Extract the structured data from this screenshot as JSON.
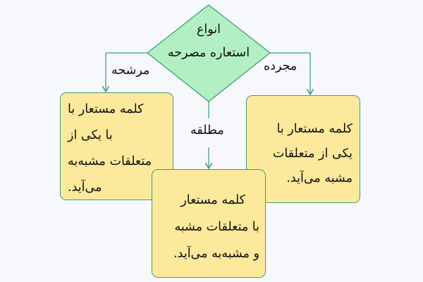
{
  "root": {
    "line1": "انواع",
    "line2": "استعاره مصرحه"
  },
  "branches": [
    {
      "label": "مرشحه",
      "lines": [
        "کلمه مستعار با",
        "با یکی از",
        "متعلقات مشبه‌به",
        "می‌آید."
      ]
    },
    {
      "label": "مطلقه",
      "lines": [
        "کلمه مستعار",
        "با متعلقات مشبه",
        "و مشبه‌به می‌آید."
      ]
    },
    {
      "label": "مجرده",
      "lines": [
        "کلمه مستعار با",
        "یکی از متعلقات",
        "مشبه می‌آید."
      ]
    }
  ],
  "colors": {
    "diamond": "#b2f0c3",
    "box": "#fde99b",
    "stroke": "#3f9f7c",
    "background": "#f7f8fb"
  }
}
